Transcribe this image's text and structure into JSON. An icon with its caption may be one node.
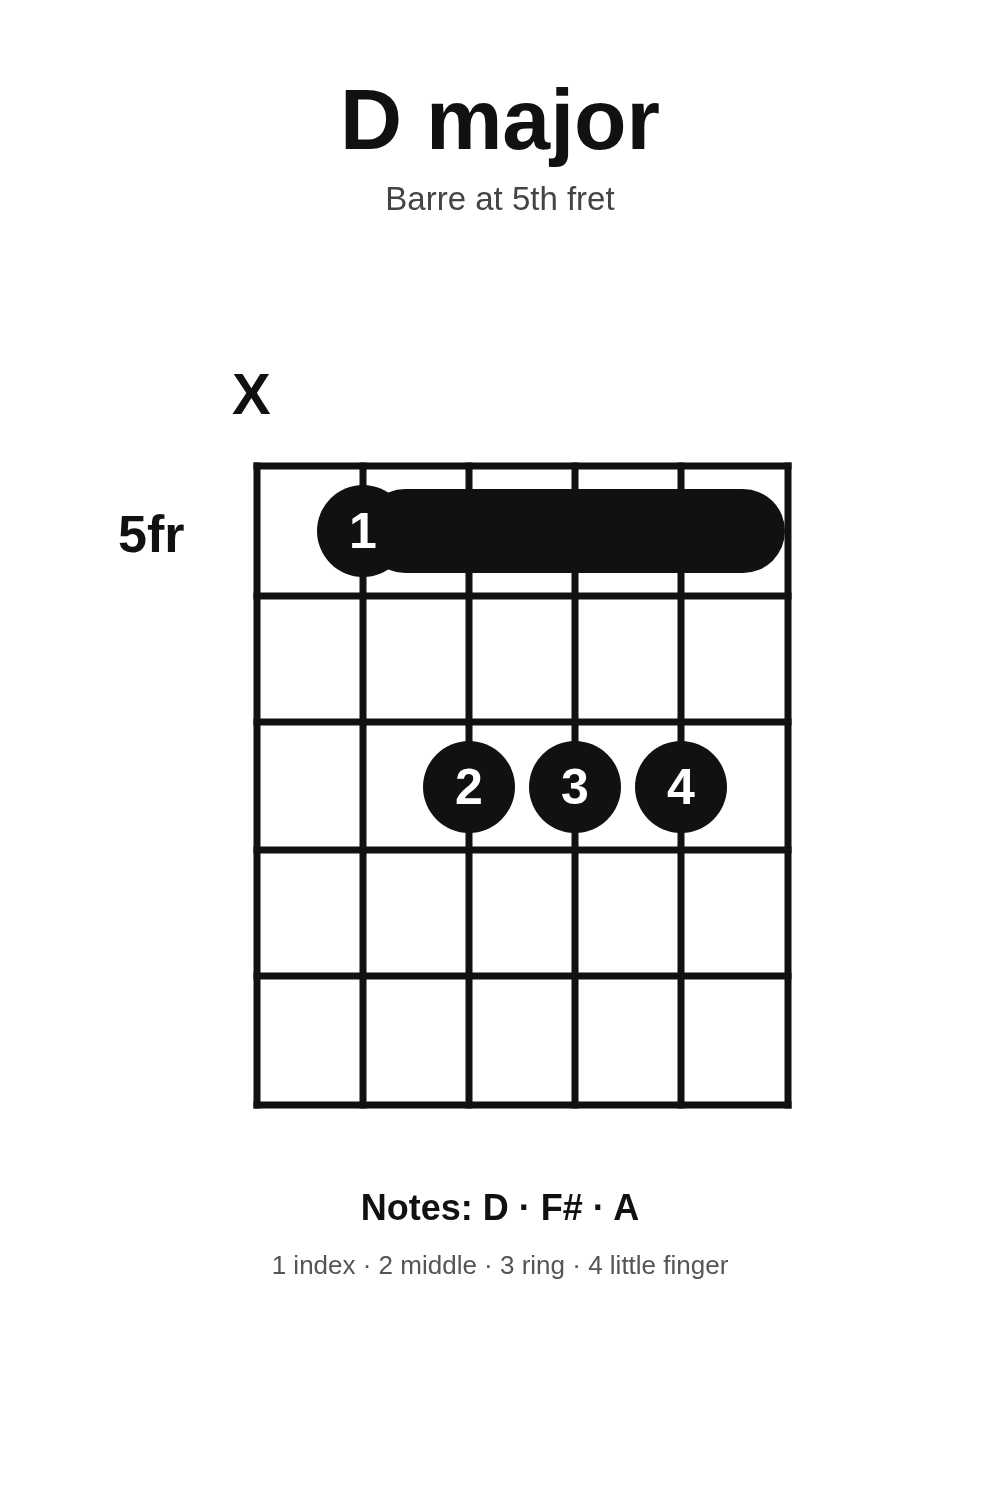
{
  "diagram": {
    "title": "D major",
    "nodes": [
      {
        "text": [
          "1"
        ]
      },
      {
        "text": [
          "2"
        ]
      },
      {
        "text": [
          "3"
        ]
      },
      {
        "text": [
          "4"
        ]
      }
    ],
    "edges": [],
    "labels": [
      "Barre at 5th fret",
      "X",
      "5fr",
      "Notes: D · F# · A",
      "1 index · 2 middle · 3 ring · 4 little finger"
    ]
  }
}
